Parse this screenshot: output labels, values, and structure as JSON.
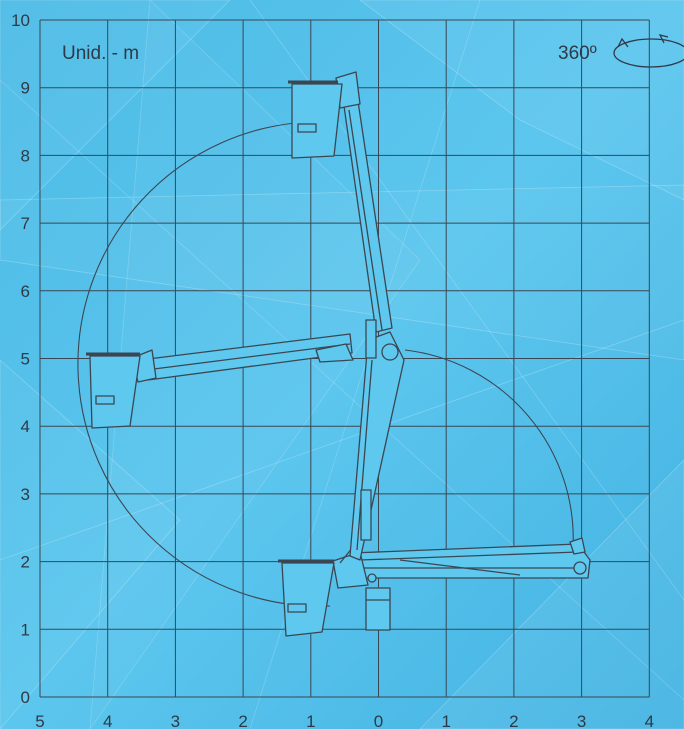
{
  "diagram": {
    "unit_label": "Unid. - m",
    "rotation_label": "360º",
    "y_ticks": [
      "0",
      "1",
      "2",
      "3",
      "4",
      "5",
      "6",
      "7",
      "8",
      "9",
      "10"
    ],
    "x_ticks": [
      "5",
      "4",
      "3",
      "2",
      "1",
      "0",
      "1",
      "2",
      "3",
      "4"
    ],
    "colors": {
      "background": "#52c1ea",
      "grid": "#3b4652",
      "outline": "#3b4652",
      "machine_fill": "#5fc8ee"
    }
  }
}
